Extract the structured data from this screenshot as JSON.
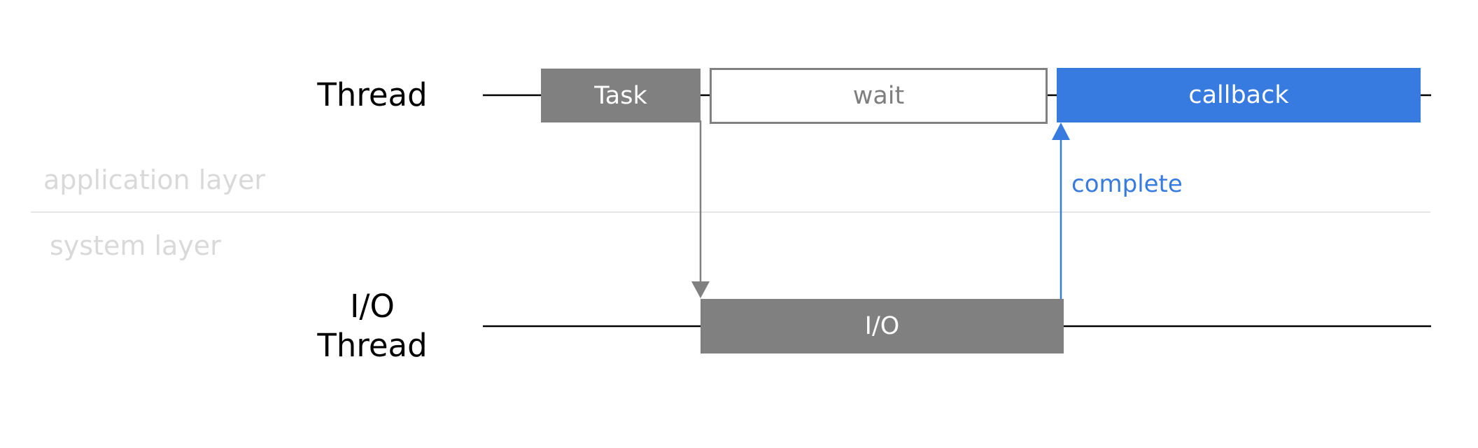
{
  "threads": {
    "main_label": "Thread",
    "io_label_line1": "I/O",
    "io_label_line2": "Thread"
  },
  "layers": {
    "application": "application layer",
    "system": "system layer"
  },
  "blocks": {
    "task": "Task",
    "wait": "wait",
    "callback": "callback",
    "io": "I/O"
  },
  "arrows": {
    "complete": "complete"
  },
  "colors": {
    "gray_block": "#808080",
    "accent_blue": "#377be0",
    "layer_text": "#d9d9d9",
    "divider": "#e6e6e6",
    "timeline": "#000000"
  }
}
